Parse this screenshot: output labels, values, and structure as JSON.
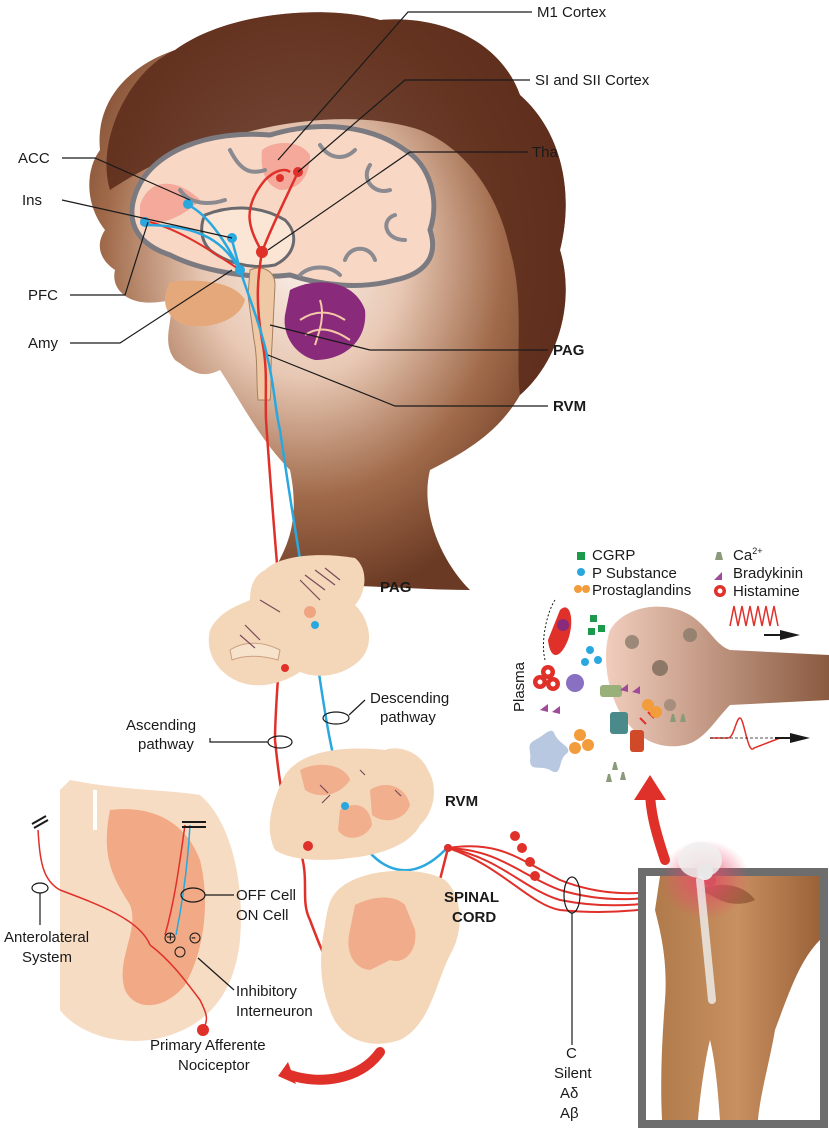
{
  "brain_labels": {
    "m1": "M1 Cortex",
    "si_sii": "SI and SII Cortex",
    "tha": "Tha",
    "acc": "ACC",
    "ins": "Ins",
    "pfc": "PFC",
    "amy": "Amy",
    "pag": "PAG",
    "rvm": "RVM"
  },
  "section_labels": {
    "pag": "PAG",
    "rvm": "RVM",
    "spinal_cord_1": "SPINAL",
    "spinal_cord_2": "CORD",
    "descending_1": "Descending",
    "descending_2": "pathway",
    "ascending_1": "Ascending",
    "ascending_2": "pathway"
  },
  "spinal_detail": {
    "off_cell": "OFF Cell",
    "on_cell": "ON Cell",
    "anterolateral_1": "Anterolateral",
    "anterolateral_2": "System",
    "inhibitory_1": "Inhibitory",
    "inhibitory_2": "Interneuron",
    "primary_1": "Primary Afferente",
    "primary_2": "Nociceptor",
    "plus": "+",
    "minus": "-"
  },
  "fibers": [
    "C",
    "Silent",
    "Aδ",
    "Aβ"
  ],
  "legend": {
    "left": [
      {
        "label": "CGRP",
        "color": "#1a9a4a",
        "icon": "square-icon"
      },
      {
        "label": "P Substance",
        "color": "#29a8df",
        "icon": "circle-icon"
      },
      {
        "label": "Prostaglandins",
        "color": "#f39c3c",
        "icon": "ring-icon"
      }
    ],
    "right": [
      {
        "label": "Ca",
        "sup": "2+",
        "color": "#8a9a7a",
        "icon": "trapezoid-icon"
      },
      {
        "label": "Bradykinin",
        "color": "#a04a9a",
        "icon": "triangle-icon"
      },
      {
        "label": "Histamine",
        "color": "#e0302a",
        "icon": "ring-icon"
      }
    ]
  },
  "plasma": "Plasma",
  "colors": {
    "ascending": "#e0302a",
    "descending": "#29a8df",
    "hair": "#5a2a1a",
    "skin": "#8a5030",
    "tissue": "#f6d6b8",
    "grey_matter": "#f0a582"
  }
}
